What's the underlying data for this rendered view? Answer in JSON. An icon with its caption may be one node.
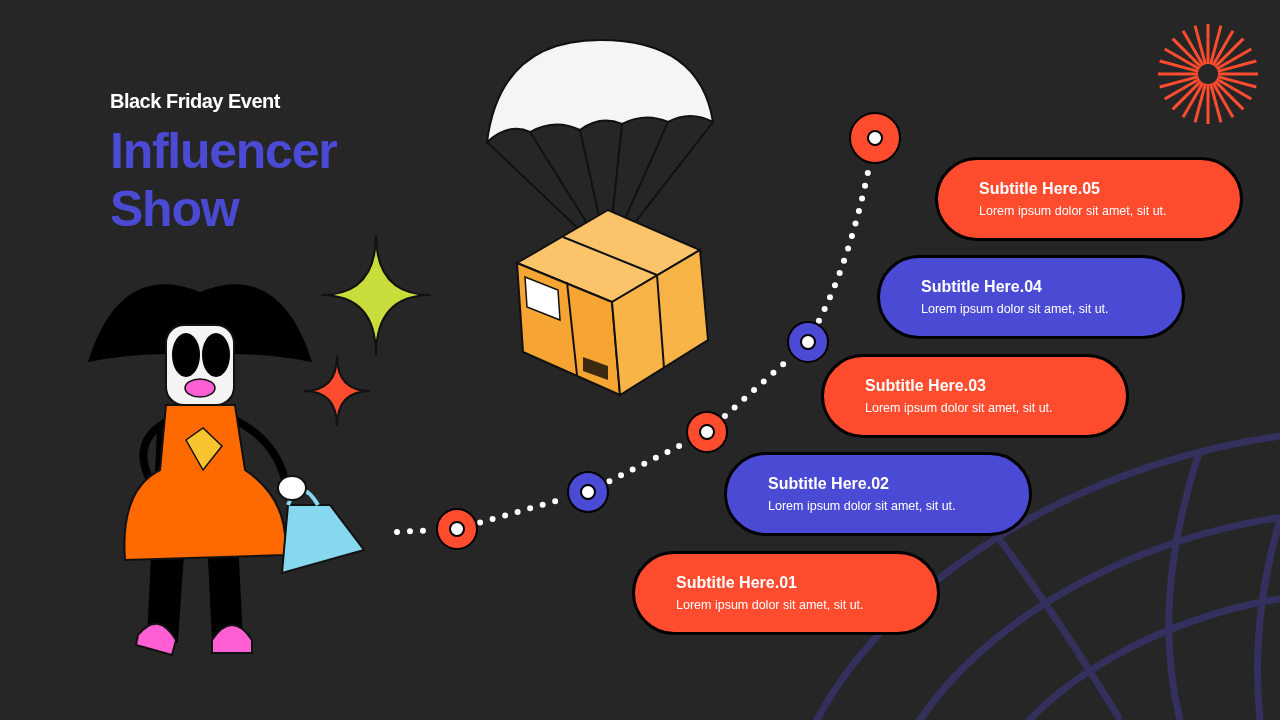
{
  "diagram": {
    "title": "Influencer Show",
    "nodes": [
      {
        "text": [],
        "shape": "circle"
      },
      {
        "text": [],
        "shape": "circle"
      },
      {
        "text": [],
        "shape": "circle"
      },
      {
        "text": [],
        "shape": "circle"
      },
      {
        "text": [],
        "shape": "circle"
      },
      {
        "text": [
          "Subtitle Here.05",
          "Lorem ipsum dolor sit amet, sit ut."
        ]
      },
      {
        "text": [
          "Subtitle Here.04",
          "Lorem ipsum dolor sit amet, sit ut."
        ]
      },
      {
        "text": [
          "Subtitle Here.03",
          "Lorem ipsum dolor sit amet, sit ut."
        ]
      },
      {
        "text": [
          "Subtitle Here.02",
          "Lorem ipsum dolor sit amet, sit ut."
        ]
      },
      {
        "text": [
          "Subtitle Here.01",
          "Lorem ipsum dolor sit amet, sit ut."
        ]
      }
    ],
    "edges": [
      {
        "from": null,
        "to": 0,
        "arrow": "none",
        "style": "dashed"
      },
      {
        "from": 0,
        "to": 1,
        "arrow": "none",
        "style": "dashed"
      },
      {
        "from": 1,
        "to": 2,
        "arrow": "none",
        "style": "dashed"
      },
      {
        "from": 2,
        "to": 3,
        "arrow": "none",
        "style": "dashed"
      },
      {
        "from": 3,
        "to": 4,
        "arrow": "none",
        "style": "dashed"
      }
    ],
    "labels": [
      "Black Friday Event"
    ]
  }
}
